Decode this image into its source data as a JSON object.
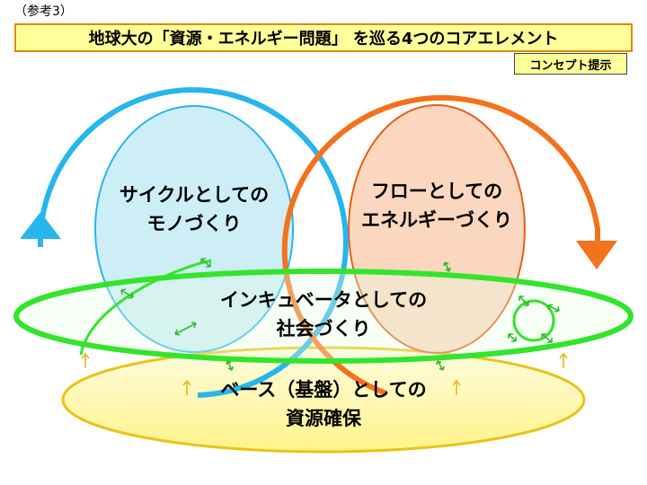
{
  "ref_label": "（参考3）",
  "title": "地球大の「資源・エネルギー問題」 を巡る4つのコアエレメント",
  "badge": "コンセプト提示",
  "elements": {
    "cycle": {
      "line1": "サイクルとしての",
      "line2": "モノづくり"
    },
    "flow": {
      "line1": "フローとしての",
      "line2": "エネルギーづくり"
    },
    "incubator": {
      "line1": "インキュベータとしての",
      "line2": "社会づくり"
    },
    "base": {
      "line1": "ベース（基盤）としての",
      "line2": "資源確保"
    }
  },
  "colors": {
    "title_fill": "#ffff99",
    "title_border": "#e08a00",
    "cycle_ring": "#27b6ec",
    "cycle_fill": "#c8ecf5",
    "flow_ring": "#f3721d",
    "flow_fill": "#fbd3b8",
    "incubator_ring": "#33e42c",
    "base_fill": "#fff7a8",
    "base_border": "#e8c418",
    "small_arrows": "#2ebb2e"
  }
}
